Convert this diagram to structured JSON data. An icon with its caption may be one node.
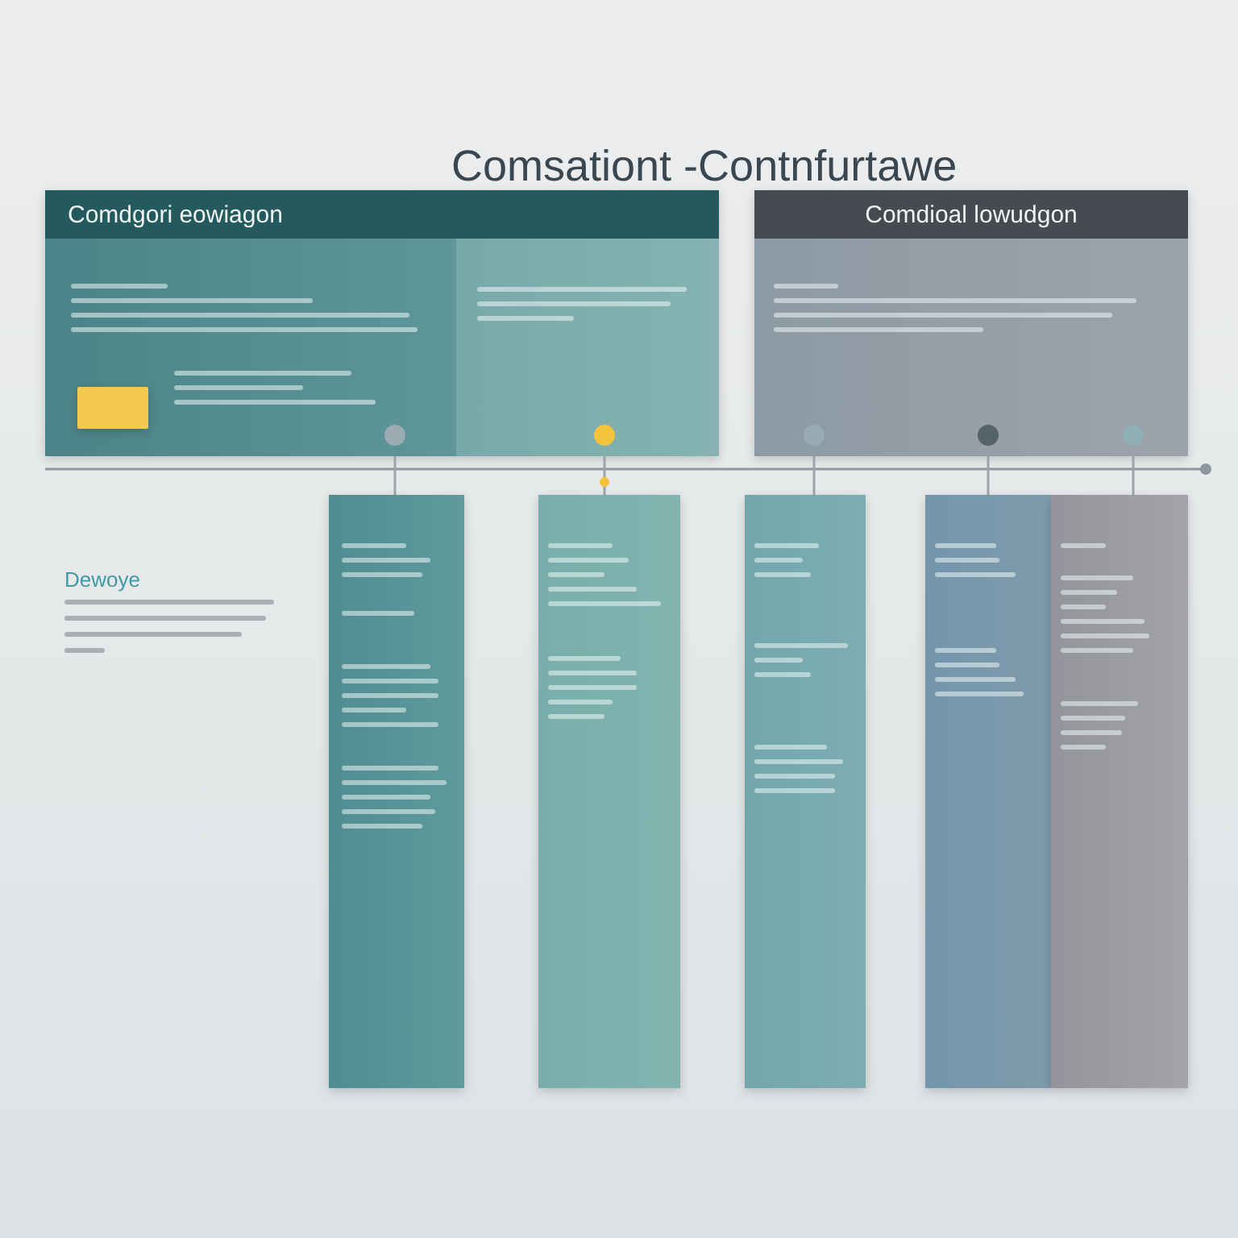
{
  "diagram": {
    "title": "Comsationt -Contnfurtawe",
    "nodes": [
      {
        "text": [
          "Comdgori eowiagon"
        ]
      },
      {
        "text": [],
        "shape": "box",
        "in": 0
      },
      {
        "text": [
          "Comdioal lowudgon"
        ]
      },
      {
        "text": [],
        "shape": "bar"
      },
      {
        "text": [],
        "shape": "bar"
      },
      {
        "text": [],
        "shape": "bar"
      },
      {
        "text": [],
        "shape": "bar"
      },
      {
        "text": [],
        "shape": "bar"
      }
    ],
    "edges": [
      {
        "from": 0,
        "to": 3,
        "arrow": "none"
      },
      {
        "from": 0,
        "to": 4,
        "arrow": "none"
      },
      {
        "from": 2,
        "to": 5,
        "arrow": "none"
      },
      {
        "from": 2,
        "to": 6,
        "arrow": "none"
      },
      {
        "from": 2,
        "to": 7,
        "arrow": "none"
      }
    ],
    "labels": [
      "Dewoye"
    ]
  }
}
